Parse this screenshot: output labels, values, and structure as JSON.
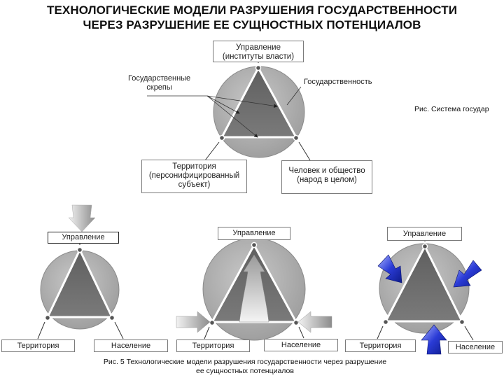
{
  "title": {
    "line1": "ТЕХНОЛОГИЧЕСКИЕ МОДЕЛИ РАЗРУШЕНИЯ ГОСУДАРСТВЕННОСТИ",
    "line2": "ЧЕРЕЗ РАЗРУШЕНИЕ ЕЕ СУЩНОСТНЫХ ПОТЕНЦИАЛОВ"
  },
  "top_diagram": {
    "box_top": {
      "line1": "Управление",
      "line2": "(институты власти)"
    },
    "label_skrepy": {
      "line1": "Государственные",
      "line2": "скрепы"
    },
    "label_gos": "Государственность",
    "box_left": {
      "line1": "Территория",
      "line2": "(персонифицированный",
      "line3": "субъект)"
    },
    "box_right": {
      "line1": "Человек и общество",
      "line2": "(народ в целом)"
    },
    "side_caption": "Рис. Система государ"
  },
  "bottom_diagrams": [
    {
      "top": "Управление",
      "left": "Территория",
      "right": "Население"
    },
    {
      "top": "Управление",
      "left": "Территория",
      "right": "Население"
    },
    {
      "top": "Управление",
      "left": "Территория",
      "right": "Население"
    }
  ],
  "caption": {
    "line1": "Рис. 5 Технологические модели разрушения государственности через разрушение",
    "line2": "ее сущностных потенциалов"
  },
  "colors": {
    "circle": "#a9a9a9",
    "triangle": "#6e6e6e",
    "arrow_blue": "#2233cc",
    "arrow_gray": "#9a9a9a"
  }
}
